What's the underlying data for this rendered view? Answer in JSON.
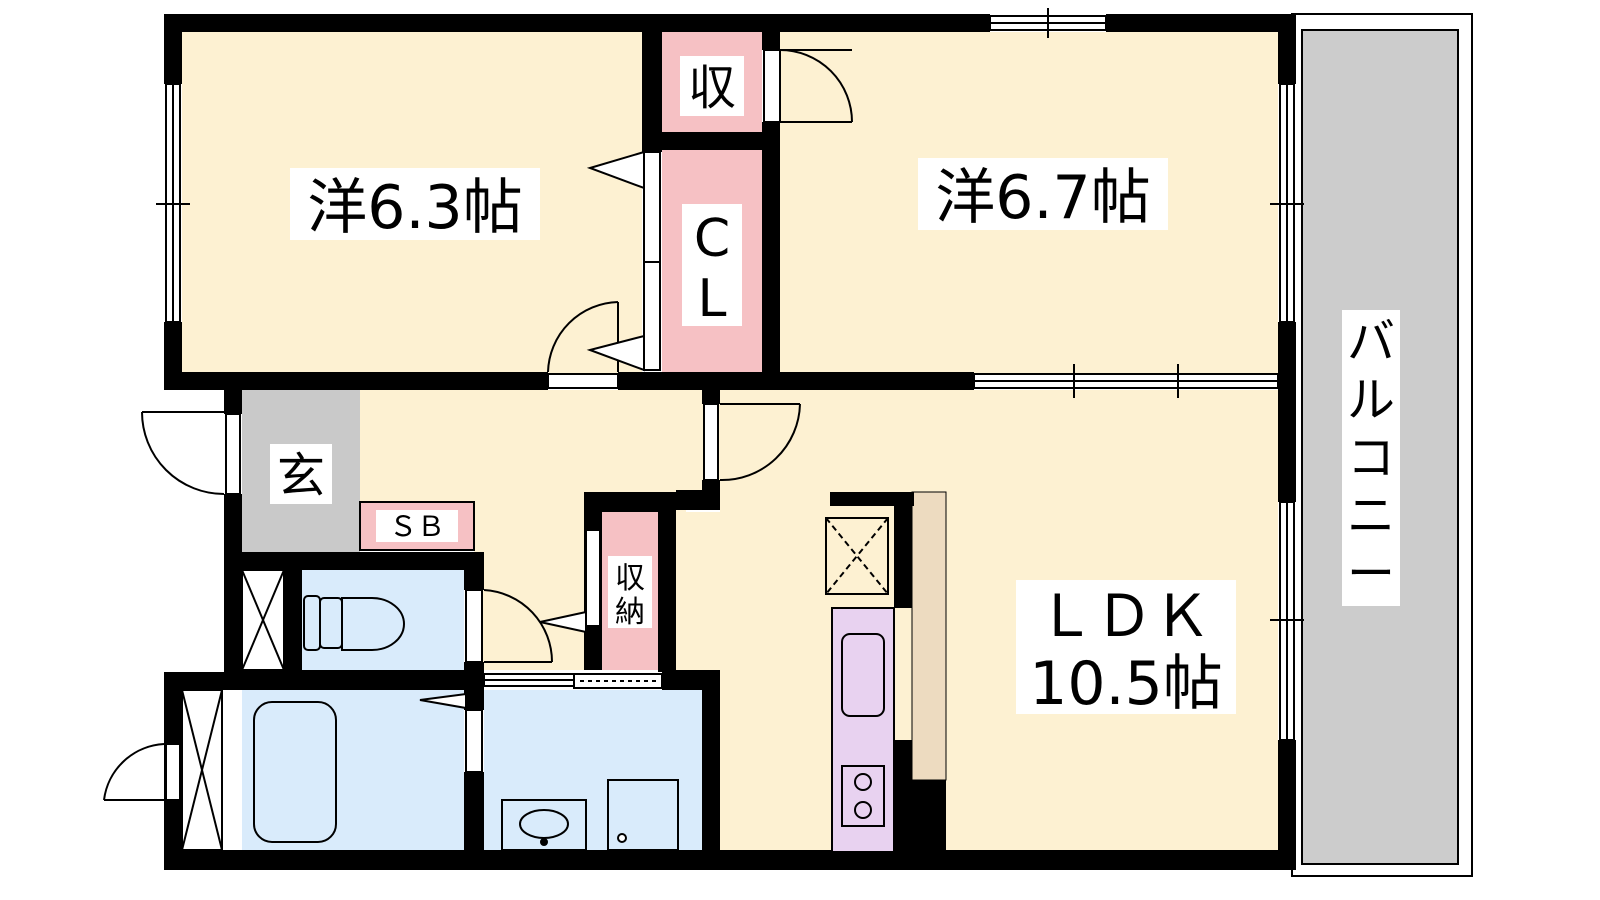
{
  "rooms": {
    "western1": {
      "label": "洋6.3帖"
    },
    "western2": {
      "label": "洋6.7帖"
    },
    "storage_small": {
      "label": "収"
    },
    "closet": {
      "label_top": "C",
      "label_bottom": "L"
    },
    "entrance": {
      "label": "玄"
    },
    "shoe_box": {
      "label": "ＳＢ"
    },
    "storage_tall": {
      "label_top": "収",
      "label_bottom": "納"
    },
    "ldk": {
      "label_top": "ＬＤＫ",
      "label_bottom": "10.5帖"
    },
    "balcony": {
      "chars": [
        "バ",
        "ル",
        "コ",
        "ニ",
        "ー"
      ]
    }
  },
  "colors": {
    "room_floor": "#fdf1d2",
    "storage": "#f6c1c4",
    "entrance": "#c9c9c9",
    "wet_area": "#d9ebfb",
    "balcony": "#cccccc",
    "kitchen_counter": "#e8d2f0",
    "kitchen_back": "#eddbc0",
    "wall": "#000000"
  }
}
